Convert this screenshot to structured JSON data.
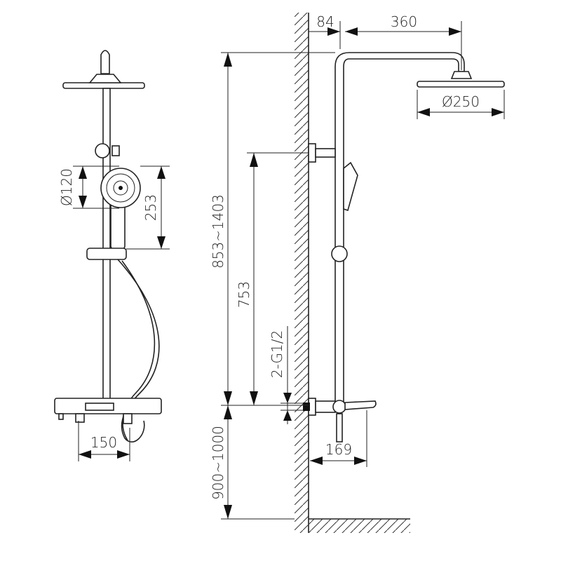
{
  "title": "Shower system dimension drawing",
  "colors": {
    "line": "#222222",
    "background": "#ffffff"
  },
  "front_view": {
    "dimensions": {
      "handset_diameter": "Ø120",
      "handset_height": "253",
      "mixer_inlet_spacing": "150"
    }
  },
  "side_view": {
    "dimensions": {
      "wall_offset": "84",
      "arm_length": "360",
      "head_diameter": "Ø250",
      "total_height_range": "853~1403",
      "bracket_height": "753",
      "inlet_thread": "2-G1/2",
      "spout_length": "169",
      "mount_height_range": "900~1000"
    }
  }
}
